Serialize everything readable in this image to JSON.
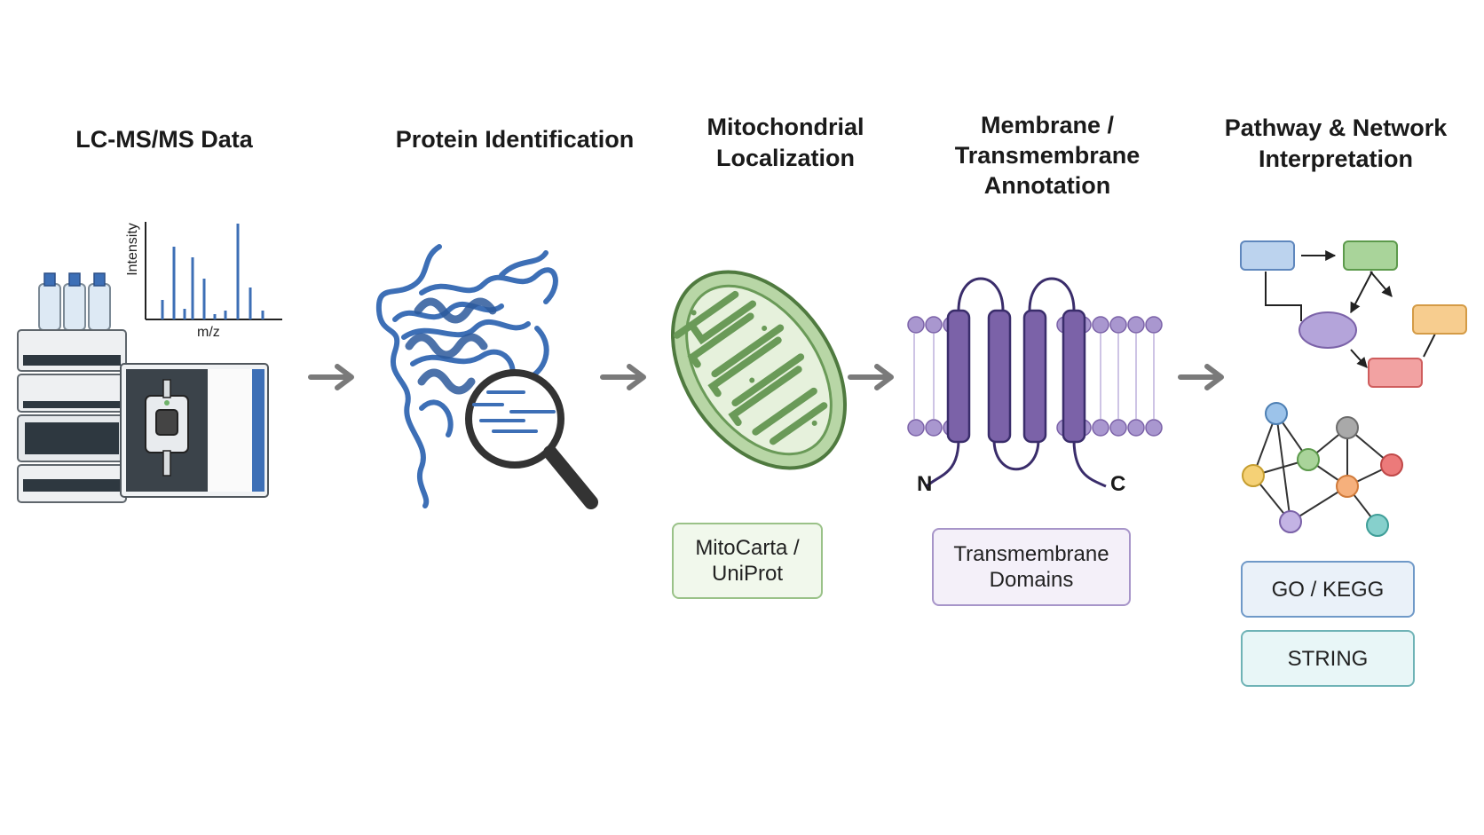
{
  "stages": [
    {
      "title": "LC-MS/MS Data"
    },
    {
      "title": "Protein Identification"
    },
    {
      "title": "Mitochondrial\nLocalization"
    },
    {
      "title": "Membrane /\nTransmembrane\nAnnotation"
    },
    {
      "title": "Pathway & Network\nInterpretation"
    }
  ],
  "spectrum": {
    "ylabel": "Intensity",
    "xlabel": "m/z"
  },
  "topology": {
    "n_terminus": "N",
    "c_terminus": "C"
  },
  "boxes": {
    "mitocarta": "MitoCarta /\nUniProt",
    "transmembrane": "Transmembrane\nDomains",
    "go_kegg": "GO / KEGG",
    "string": "STRING"
  },
  "colors": {
    "arrow": "#7a7a7a",
    "protein_blue": "#3d6fb6",
    "mito_green": "#6a9a58",
    "membrane_purple": "#7b62a8",
    "box_green_bg": "#f1f8ec",
    "box_purple_bg": "#f4f0f9",
    "box_blue_bg": "#eaf1f9",
    "box_teal_bg": "#e8f6f7"
  }
}
